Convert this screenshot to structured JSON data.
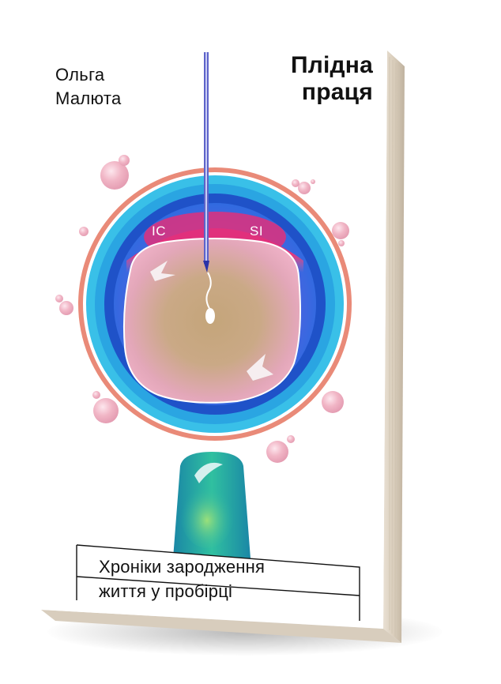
{
  "cover": {
    "author_line1": "Ольга",
    "author_line2": "Малюта",
    "title_line1": "Плідна",
    "title_line2": "праця",
    "subtitle_line1": "Хроніки зародження",
    "subtitle_line2": "життя у пробірці",
    "label_left": "IC",
    "label_right": "SI"
  },
  "colors": {
    "outer_ring": "#e98a78",
    "blue_ring": "#2aa7d8",
    "deep_blue": "#1f52c8",
    "magenta": "#e0307a",
    "cytoplasm": "#c9ae84",
    "pipette": "#1fa3b0",
    "bubble": "#f1b5c4"
  }
}
